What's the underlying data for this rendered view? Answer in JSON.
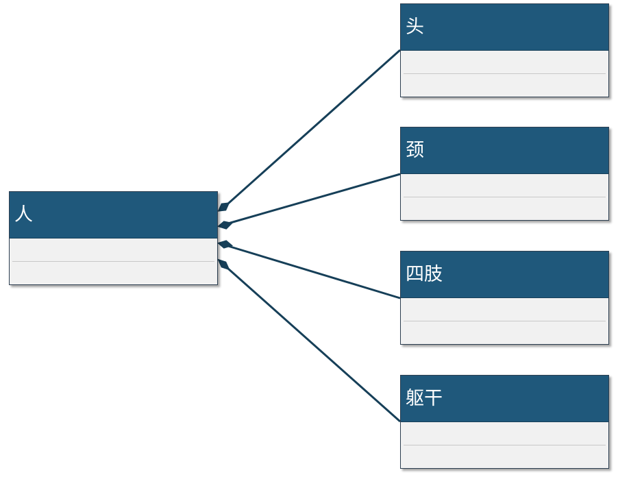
{
  "classes": {
    "person": {
      "name": "人"
    },
    "head": {
      "name": "头"
    },
    "neck": {
      "name": "颈"
    },
    "limbs": {
      "name": "四肢"
    },
    "torso": {
      "name": "躯干"
    }
  },
  "colors": {
    "header_fill": "#1f587b",
    "body_fill": "#f1f1f1",
    "edge": "#163f58"
  }
}
